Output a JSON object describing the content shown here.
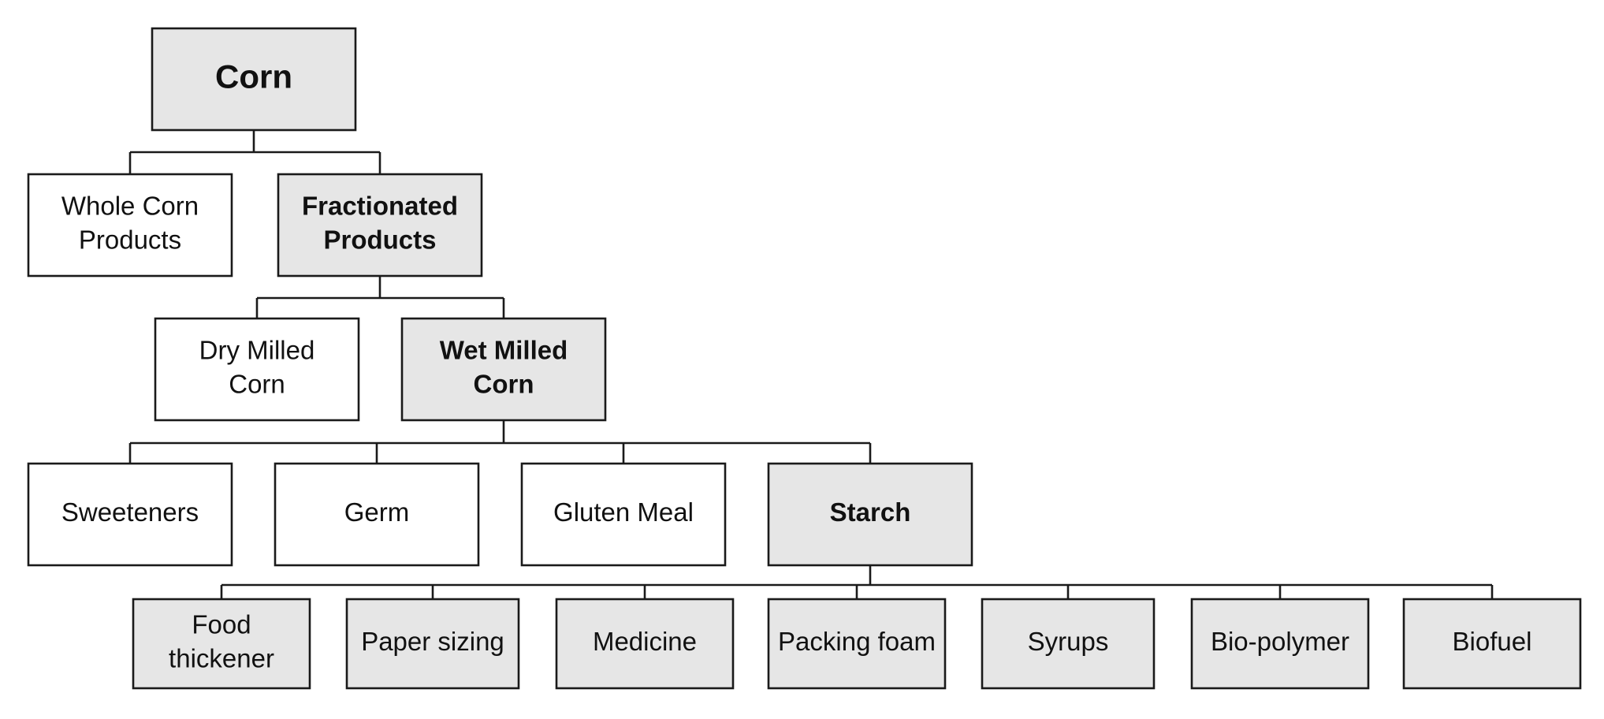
{
  "diagram": {
    "nodes": {
      "corn": {
        "lines": [
          "Corn"
        ]
      },
      "whole_corn": {
        "lines": [
          "Whole Corn",
          "Products"
        ]
      },
      "fractionated": {
        "lines": [
          "Fractionated",
          "Products"
        ]
      },
      "dry_milled": {
        "lines": [
          "Dry Milled",
          "Corn"
        ]
      },
      "wet_milled": {
        "lines": [
          "Wet Milled",
          "Corn"
        ]
      },
      "sweeteners": {
        "lines": [
          "Sweeteners"
        ]
      },
      "germ": {
        "lines": [
          "Germ"
        ]
      },
      "gluten_meal": {
        "lines": [
          "Gluten Meal"
        ]
      },
      "starch": {
        "lines": [
          "Starch"
        ]
      },
      "food_thickener": {
        "lines": [
          "Food",
          "thickener"
        ]
      },
      "paper_sizing": {
        "lines": [
          "Paper sizing"
        ]
      },
      "medicine": {
        "lines": [
          "Medicine"
        ]
      },
      "packing_foam": {
        "lines": [
          "Packing foam"
        ]
      },
      "syrups": {
        "lines": [
          "Syrups"
        ]
      },
      "bio_polymer": {
        "lines": [
          "Bio-polymer"
        ]
      },
      "biofuel": {
        "lines": [
          "Biofuel"
        ]
      }
    },
    "edges": [
      [
        "corn",
        "whole_corn"
      ],
      [
        "corn",
        "fractionated"
      ],
      [
        "fractionated",
        "dry_milled"
      ],
      [
        "fractionated",
        "wet_milled"
      ],
      [
        "wet_milled",
        "sweeteners"
      ],
      [
        "wet_milled",
        "germ"
      ],
      [
        "wet_milled",
        "gluten_meal"
      ],
      [
        "wet_milled",
        "starch"
      ],
      [
        "starch",
        "food_thickener"
      ],
      [
        "starch",
        "paper_sizing"
      ],
      [
        "starch",
        "medicine"
      ],
      [
        "starch",
        "packing_foam"
      ],
      [
        "starch",
        "syrups"
      ],
      [
        "starch",
        "bio_polymer"
      ],
      [
        "starch",
        "biofuel"
      ]
    ]
  }
}
